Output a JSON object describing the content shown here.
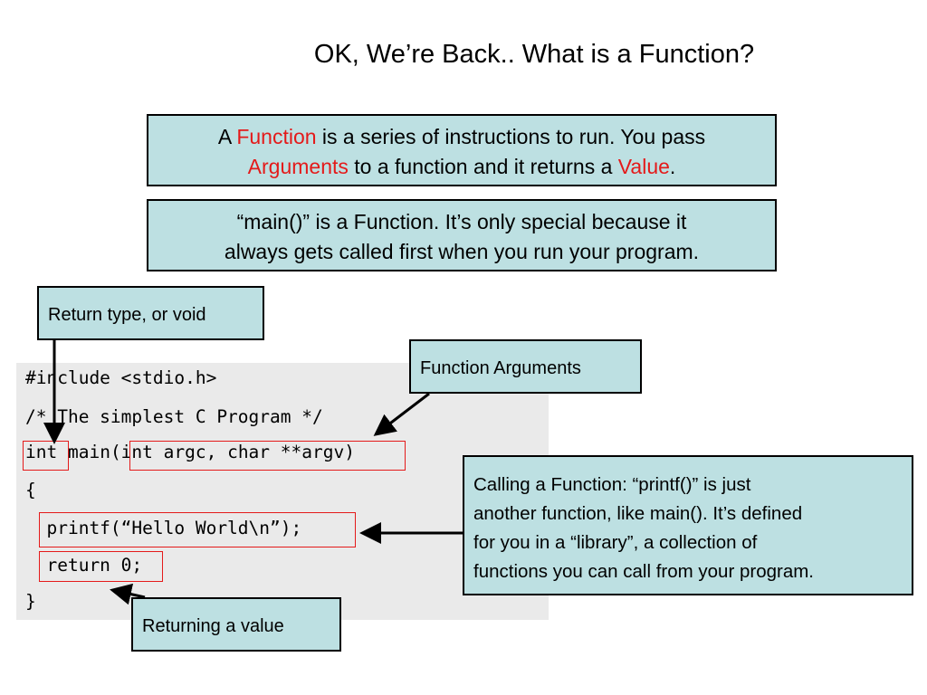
{
  "slide": {
    "title": "OK, We’re Back.. What is a Function?"
  },
  "definition_box": {
    "p1": "A ",
    "p2": "Function",
    "p3": " is a series of instructions to run.  You pass ",
    "p4": "Arguments",
    "p5": " to a function and it returns a ",
    "p6": "Value",
    "p7": ".",
    "highlight_color": "#e41a1a"
  },
  "main_box": {
    "line1": "“main()” is a Function. It’s only special because it",
    "line2": "always gets called first when you run your program."
  },
  "code": {
    "line1": "#include <stdio.h>",
    "line2": "/* The simplest C Program */",
    "line3_type": "int",
    "line3_name": " main",
    "line3_args": "(int argc, char **argv)",
    "line4": "{",
    "line5": "  printf(“Hello World\\n”);",
    "line6": "  return 0;",
    "line7": "}"
  },
  "callouts": {
    "return_type": "Return type, or void",
    "function_arguments": "Function Arguments",
    "returning_value": "Returning a value",
    "calling_line1": "Calling a Function: “printf()” is just",
    "calling_line2": "another function, like main().  It’s defined",
    "calling_line3": "for you in a “library”, a collection of",
    "calling_line4": "functions you can call from your program."
  },
  "colors": {
    "box_fill": "#bde0e2",
    "code_bg": "#eaeaea",
    "highlight": "#e41a1a"
  }
}
